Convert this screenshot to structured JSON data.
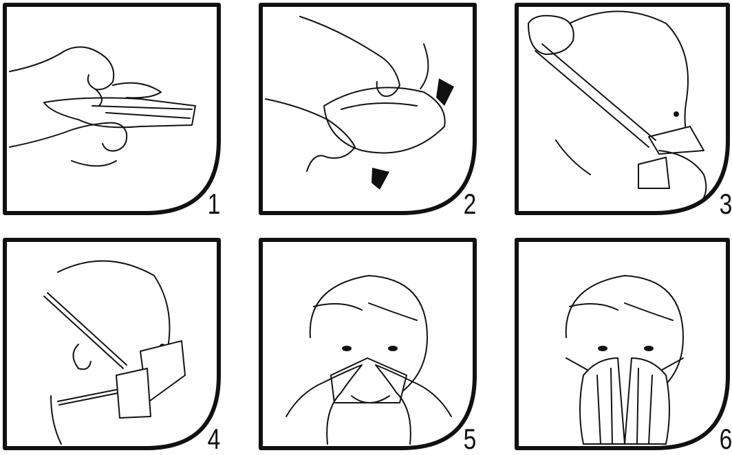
{
  "panels": [
    {
      "step": "1"
    },
    {
      "step": "2"
    },
    {
      "step": "3"
    },
    {
      "step": "4"
    },
    {
      "step": "5"
    },
    {
      "step": "6"
    }
  ]
}
